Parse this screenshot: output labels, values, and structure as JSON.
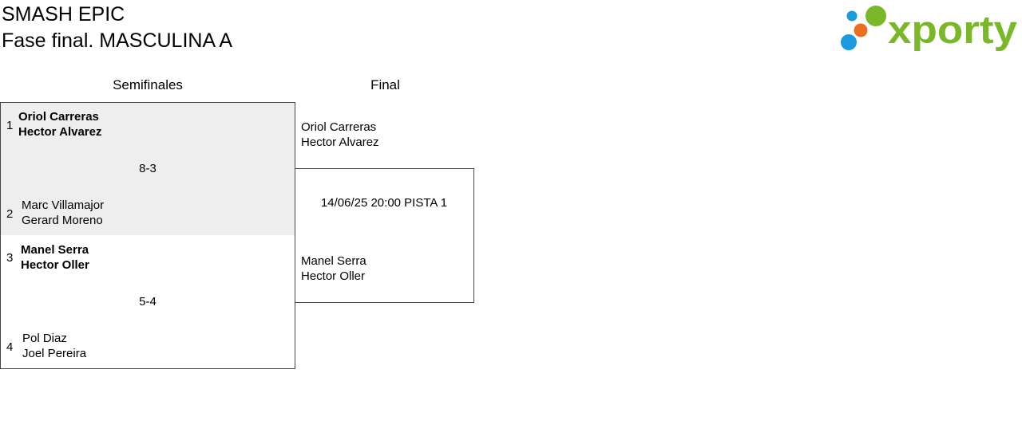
{
  "header": {
    "title": "SMASH EPIC",
    "subtitle": "Fase final. MASCULINA A"
  },
  "logo": {
    "text": "xporty",
    "colors": {
      "green": "#7ab829",
      "orange": "#e8701e",
      "blue": "#1a9be0"
    }
  },
  "columns": {
    "semifinals": "Semifinales",
    "final": "Final"
  },
  "semifinals": [
    {
      "score": "8-3",
      "team_a": {
        "seed": "1",
        "player1": "Oriol Carreras",
        "player2": "Hector Alvarez",
        "winner": true
      },
      "team_b": {
        "seed": "2",
        "player1": "Marc Villamajor",
        "player2": "Gerard Moreno",
        "winner": false
      }
    },
    {
      "score": "5-4",
      "team_a": {
        "seed": "3",
        "player1": "Manel Serra",
        "player2": "Hector Oller",
        "winner": true
      },
      "team_b": {
        "seed": "4",
        "player1": "Pol Diaz",
        "player2": "Joel Pereira",
        "winner": false
      }
    }
  ],
  "final": {
    "info": "14/06/25 20:00 PISTA 1",
    "team_a": {
      "player1": "Oriol Carreras",
      "player2": "Hector Alvarez"
    },
    "team_b": {
      "player1": "Manel Serra",
      "player2": "Hector Oller"
    }
  },
  "colors": {
    "played_match_bg": "#eeeeee",
    "border": "#444444"
  }
}
